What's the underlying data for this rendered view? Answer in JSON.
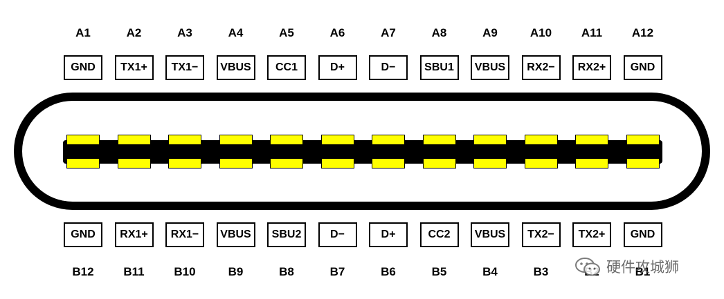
{
  "diagram": {
    "top_row": [
      {
        "pin": "A1",
        "signal": "GND"
      },
      {
        "pin": "A2",
        "signal": "TX1+"
      },
      {
        "pin": "A3",
        "signal": "TX1−"
      },
      {
        "pin": "A4",
        "signal": "VBUS"
      },
      {
        "pin": "A5",
        "signal": "CC1"
      },
      {
        "pin": "A6",
        "signal": "D+"
      },
      {
        "pin": "A7",
        "signal": "D−"
      },
      {
        "pin": "A8",
        "signal": "SBU1"
      },
      {
        "pin": "A9",
        "signal": "VBUS"
      },
      {
        "pin": "A10",
        "signal": "RX2−"
      },
      {
        "pin": "A11",
        "signal": "RX2+"
      },
      {
        "pin": "A12",
        "signal": "GND"
      }
    ],
    "bottom_row": [
      {
        "pin": "B12",
        "signal": "GND"
      },
      {
        "pin": "B11",
        "signal": "RX1+"
      },
      {
        "pin": "B10",
        "signal": "RX1−"
      },
      {
        "pin": "B9",
        "signal": "VBUS"
      },
      {
        "pin": "B8",
        "signal": "SBU2"
      },
      {
        "pin": "B7",
        "signal": "D−"
      },
      {
        "pin": "B6",
        "signal": "D+"
      },
      {
        "pin": "B5",
        "signal": "CC2"
      },
      {
        "pin": "B4",
        "signal": "VBUS"
      },
      {
        "pin": "B3",
        "signal": "TX2−"
      },
      {
        "pin": "B2",
        "signal": "TX2+"
      },
      {
        "pin": "B1",
        "signal": "GND"
      }
    ],
    "colors": {
      "contact": "#ffff00",
      "outline": "#000000",
      "background": "#ffffff"
    }
  },
  "watermark": {
    "text": "硬件攻城狮",
    "icon": "wechat-icon"
  }
}
